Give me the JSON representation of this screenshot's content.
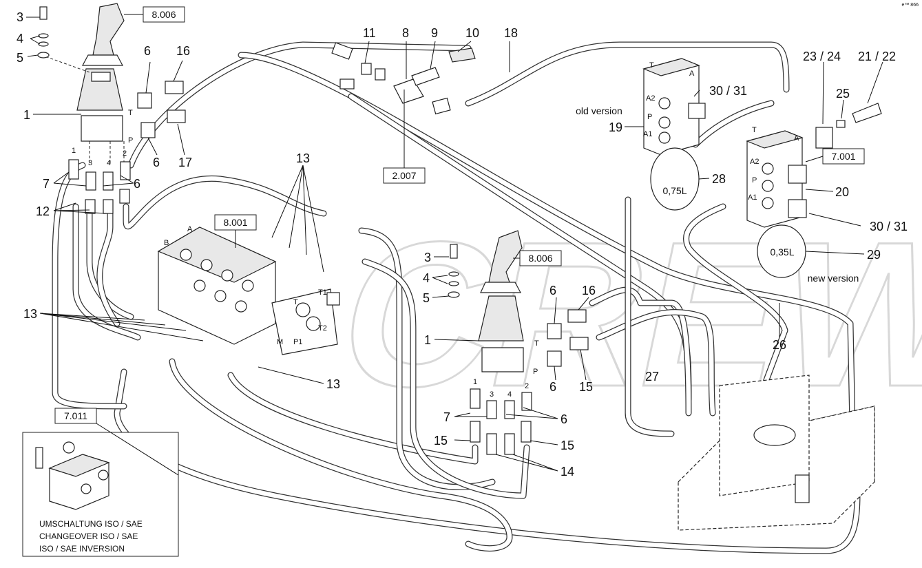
{
  "corner_mark": "e™ 866",
  "watermark": "CREW",
  "refs": [
    "8.006",
    "8.001",
    "2.007",
    "8.006",
    "7.001",
    "7.011"
  ],
  "callouts": [
    "1",
    "3",
    "4",
    "5",
    "6",
    "16",
    "6",
    "17",
    "7",
    "6",
    "12",
    "13",
    "13",
    "11",
    "8",
    "9",
    "10",
    "18",
    "3",
    "4",
    "5",
    "1",
    "6",
    "16",
    "6",
    "15",
    "13",
    "7",
    "6",
    "15",
    "14",
    "15",
    "27",
    "26",
    "19",
    "28",
    "20",
    "29",
    "23 / 24",
    "21 / 22",
    "25",
    "30 / 31",
    "30 / 31"
  ],
  "port_labels": [
    "T",
    "P",
    "1",
    "3",
    "4",
    "2",
    "T",
    "P",
    "1",
    "3",
    "4",
    "2",
    "A",
    "B",
    "T",
    "T1",
    "T2",
    "P1",
    "M",
    "T",
    "A",
    "A2",
    "P",
    "A1",
    "T",
    "A",
    "A2",
    "P",
    "A1"
  ],
  "accumulators": [
    "0,75L",
    "0,35L"
  ],
  "versions": [
    "old version",
    "new version"
  ],
  "inset": {
    "lines": [
      "UMSCHALTUNG ISO / SAE",
      "CHANGEOVER ISO / SAE",
      "ISO / SAE INVERSION"
    ]
  }
}
